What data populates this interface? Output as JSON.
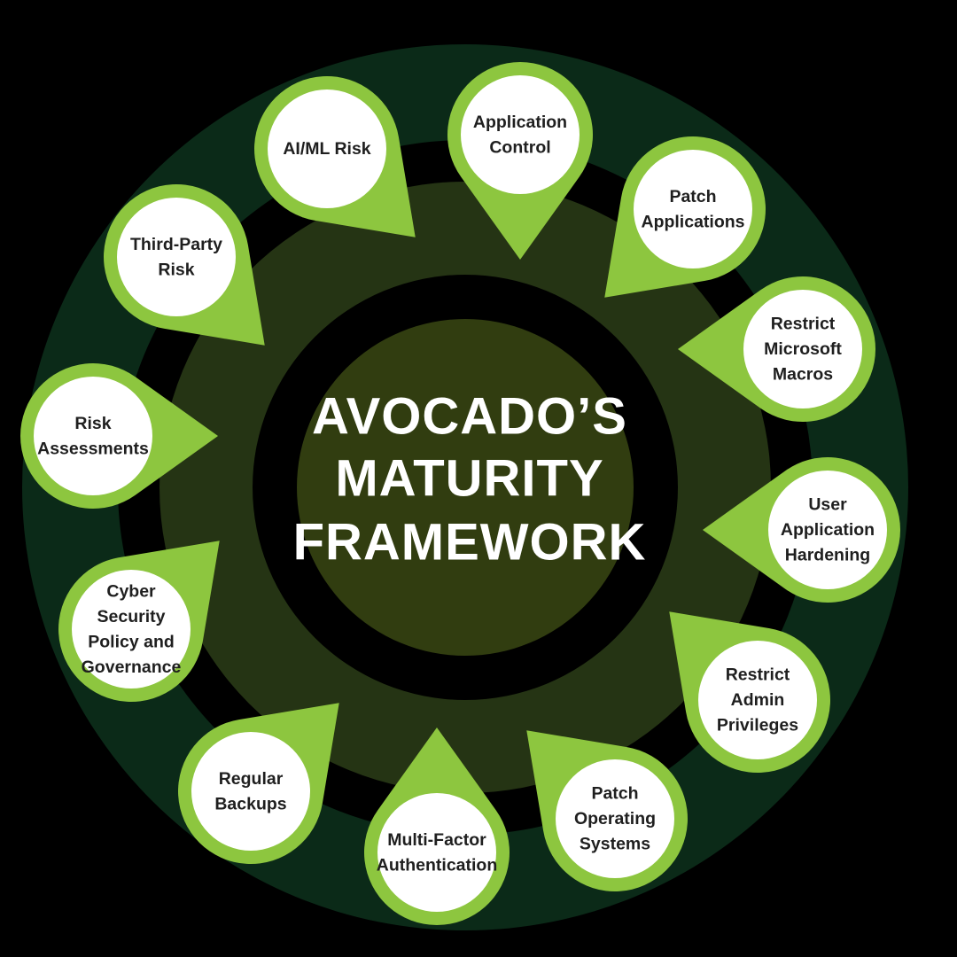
{
  "diagram": {
    "title_lines": [
      "AVOCADO’S",
      "MATURITY",
      "FRAMEWORK"
    ],
    "colors": {
      "background": "#000000",
      "outer_ring": "#0b2a18",
      "middle_ring": "#2a3a14",
      "inner_circle": "#2f3a10",
      "leaf_green": "#8dc63f",
      "node_fill": "#ffffff",
      "title_text": "#ffffff",
      "node_text": "#1f1f1f"
    },
    "nodes": [
      {
        "id": "application-control",
        "lines": [
          "Application",
          "Control"
        ]
      },
      {
        "id": "patch-applications",
        "lines": [
          "Patch",
          "Applications"
        ]
      },
      {
        "id": "restrict-microsoft-macros",
        "lines": [
          "Restrict",
          "Microsoft",
          "Macros"
        ]
      },
      {
        "id": "user-application-hardening",
        "lines": [
          "User",
          "Application",
          "Hardening"
        ]
      },
      {
        "id": "restrict-admin-privileges",
        "lines": [
          "Restrict",
          "Admin",
          "Privileges"
        ]
      },
      {
        "id": "patch-operating-systems",
        "lines": [
          "Patch",
          "Operating",
          "Systems"
        ]
      },
      {
        "id": "multi-factor-authentication",
        "lines": [
          "Multi-Factor",
          "Authentication"
        ]
      },
      {
        "id": "regular-backups",
        "lines": [
          "Regular",
          "Backups"
        ]
      },
      {
        "id": "cyber-security-policy-governance",
        "lines": [
          "Cyber",
          "Security",
          "Policy and",
          "Governance"
        ]
      },
      {
        "id": "risk-assessments",
        "lines": [
          "Risk",
          "Assessments"
        ]
      },
      {
        "id": "third-party-risk",
        "lines": [
          "Third-Party",
          "Risk"
        ]
      },
      {
        "id": "ai-ml-risk",
        "lines": [
          "AI/ML Risk"
        ]
      }
    ]
  }
}
